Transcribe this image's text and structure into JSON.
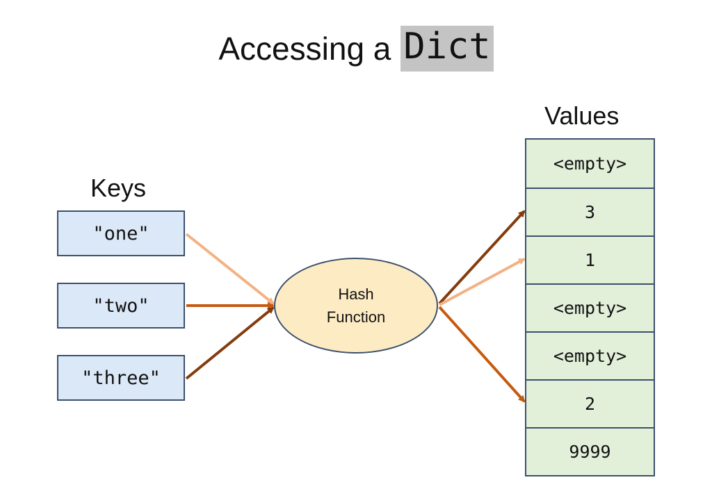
{
  "title": {
    "text": "Accessing a",
    "code": "Dict"
  },
  "keys": {
    "heading": "Keys",
    "items": [
      "\"one\"",
      "\"two\"",
      "\"three\""
    ]
  },
  "hash": {
    "line1": "Hash",
    "line2": "Function"
  },
  "values": {
    "heading": "Values",
    "items": [
      "<empty>",
      "3",
      "1",
      "<empty>",
      "<empty>",
      "2",
      "9999"
    ]
  },
  "colors": {
    "key_fill": "#dbe8f7",
    "value_fill": "#e2efd9",
    "hash_fill": "#fdebc4",
    "arrow_one": "#f4b183",
    "arrow_two": "#c55a11",
    "arrow_three": "#843c0c"
  },
  "mapping": [
    {
      "key": "\"one\"",
      "value": "1",
      "color": "#f4b183"
    },
    {
      "key": "\"two\"",
      "value": "2",
      "color": "#c55a11"
    },
    {
      "key": "\"three\"",
      "value": "3",
      "color": "#843c0c"
    }
  ]
}
